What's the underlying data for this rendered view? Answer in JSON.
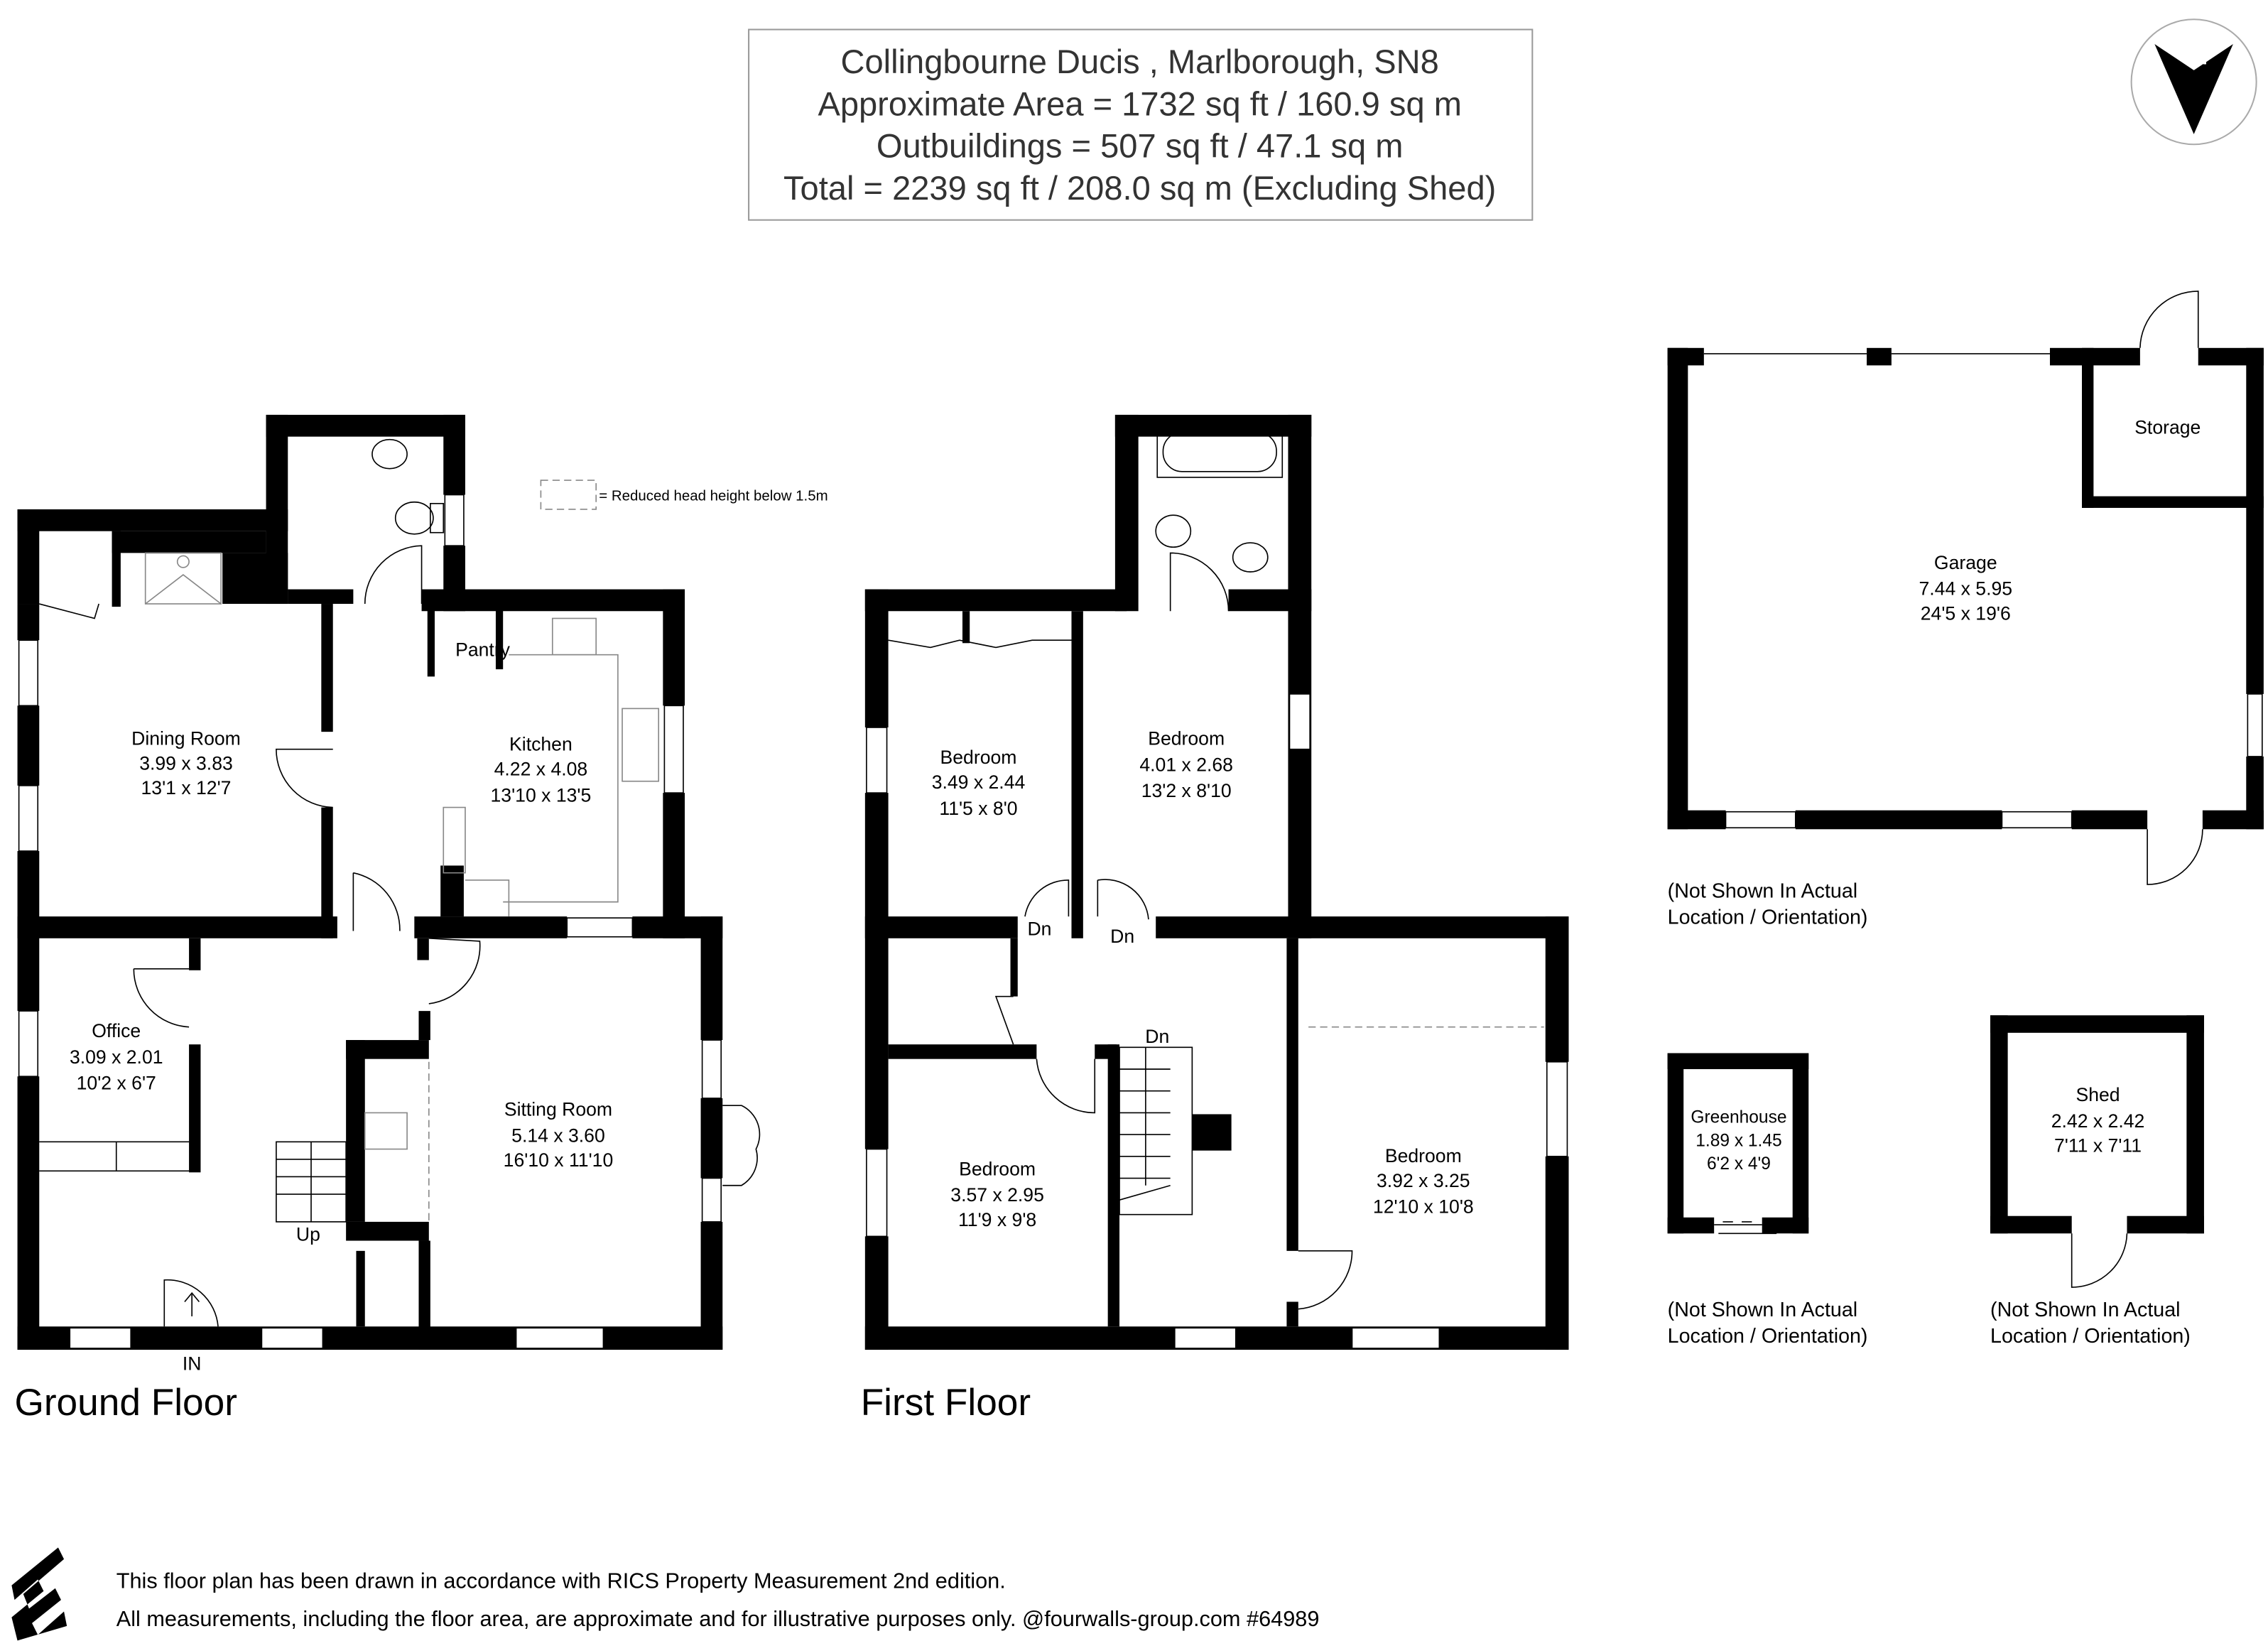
{
  "header": {
    "line1": "Collingbourne Ducis , Marlborough, SN8",
    "line2": "Approximate Area = 1732 sq ft / 160.9 sq m",
    "line3": "Outbuildings = 507 sq ft / 47.1 sq m",
    "line4": "Total = 2239 sq ft / 208.0 sq m (Excluding Shed)"
  },
  "compass": {
    "label": "N",
    "icon": "north-arrow-icon"
  },
  "legend": {
    "text": "= Reduced head height below 1.5m"
  },
  "ground_floor": {
    "title": "Ground Floor",
    "entrance": "IN",
    "stairs": "Up",
    "rooms": [
      {
        "name": "Dining Room",
        "metric": "3.99 x 3.83",
        "imperial": "13'1 x 12'7"
      },
      {
        "name": "Kitchen",
        "metric": "4.22 x 4.08",
        "imperial": "13'10 x 13'5"
      },
      {
        "name": "Pantry"
      },
      {
        "name": "Office",
        "metric": "3.09 x 2.01",
        "imperial": "10'2 x 6'7"
      },
      {
        "name": "Sitting Room",
        "metric": "5.14 x 3.60",
        "imperial": "16'10 x 11'10"
      }
    ]
  },
  "first_floor": {
    "title": "First Floor",
    "stairs": [
      "Dn",
      "Dn",
      "Dn"
    ],
    "rooms": [
      {
        "name": "Bedroom",
        "metric": "3.49 x 2.44",
        "imperial": "11'5 x 8'0"
      },
      {
        "name": "Bedroom",
        "metric": "4.01 x 2.68",
        "imperial": "13'2 x 8'10"
      },
      {
        "name": "Bedroom",
        "metric": "3.57 x 2.95",
        "imperial": "11'9 x 9'8"
      },
      {
        "name": "Bedroom",
        "metric": "3.92 x 3.25",
        "imperial": "12'10 x 10'8"
      }
    ]
  },
  "outbuildings": {
    "garage": {
      "name": "Garage",
      "metric": "7.44 x 5.95",
      "imperial": "24'5 x 19'6",
      "storage": "Storage"
    },
    "greenhouse": {
      "name": "Greenhouse",
      "metric": "1.89 x 1.45",
      "imperial": "6'2 x 4'9"
    },
    "shed": {
      "name": "Shed",
      "metric": "2.42 x 2.42",
      "imperial": "7'11 x 7'11"
    },
    "note_line1": "(Not Shown In Actual",
    "note_line2": "Location / Orientation)"
  },
  "footer": {
    "line1": "This floor plan has been drawn in accordance with RICS Property Measurement 2nd edition.",
    "line2": "All measurements, including the floor area, are approximate and for illustrative purposes only. @fourwalls-group.com #64989",
    "logo": "fourwalls-logo-icon"
  }
}
